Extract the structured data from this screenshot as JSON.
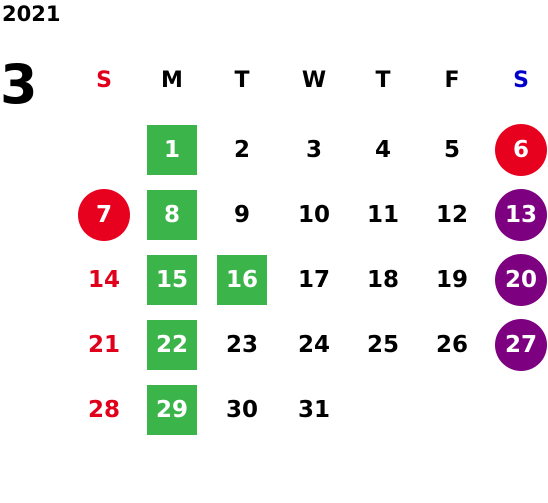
{
  "year": "2021",
  "month": "3",
  "weekdays": [
    {
      "label": "S",
      "color": "#e0001b"
    },
    {
      "label": "M",
      "color": "#000000"
    },
    {
      "label": "T",
      "color": "#000000"
    },
    {
      "label": "W",
      "color": "#000000"
    },
    {
      "label": "T",
      "color": "#000000"
    },
    {
      "label": "F",
      "color": "#000000"
    },
    {
      "label": "S",
      "color": "#0000cc"
    }
  ],
  "days": [
    {
      "day": "1",
      "col": 1,
      "week": 0,
      "style": "green"
    },
    {
      "day": "2",
      "col": 2,
      "week": 0,
      "style": "plain"
    },
    {
      "day": "3",
      "col": 3,
      "week": 0,
      "style": "plain"
    },
    {
      "day": "4",
      "col": 4,
      "week": 0,
      "style": "plain"
    },
    {
      "day": "5",
      "col": 5,
      "week": 0,
      "style": "plain"
    },
    {
      "day": "6",
      "col": 6,
      "week": 0,
      "style": "red"
    },
    {
      "day": "7",
      "col": 0,
      "week": 1,
      "style": "red"
    },
    {
      "day": "8",
      "col": 1,
      "week": 1,
      "style": "green"
    },
    {
      "day": "9",
      "col": 2,
      "week": 1,
      "style": "plain"
    },
    {
      "day": "10",
      "col": 3,
      "week": 1,
      "style": "plain"
    },
    {
      "day": "11",
      "col": 4,
      "week": 1,
      "style": "plain"
    },
    {
      "day": "12",
      "col": 5,
      "week": 1,
      "style": "plain"
    },
    {
      "day": "13",
      "col": 6,
      "week": 1,
      "style": "purple"
    },
    {
      "day": "14",
      "col": 0,
      "week": 2,
      "style": "sun"
    },
    {
      "day": "15",
      "col": 1,
      "week": 2,
      "style": "green"
    },
    {
      "day": "16",
      "col": 2,
      "week": 2,
      "style": "green"
    },
    {
      "day": "17",
      "col": 3,
      "week": 2,
      "style": "plain"
    },
    {
      "day": "18",
      "col": 4,
      "week": 2,
      "style": "plain"
    },
    {
      "day": "19",
      "col": 5,
      "week": 2,
      "style": "plain"
    },
    {
      "day": "20",
      "col": 6,
      "week": 2,
      "style": "purple"
    },
    {
      "day": "21",
      "col": 0,
      "week": 3,
      "style": "sun"
    },
    {
      "day": "22",
      "col": 1,
      "week": 3,
      "style": "green"
    },
    {
      "day": "23",
      "col": 2,
      "week": 3,
      "style": "plain"
    },
    {
      "day": "24",
      "col": 3,
      "week": 3,
      "style": "plain"
    },
    {
      "day": "25",
      "col": 4,
      "week": 3,
      "style": "plain"
    },
    {
      "day": "26",
      "col": 5,
      "week": 3,
      "style": "plain"
    },
    {
      "day": "27",
      "col": 6,
      "week": 3,
      "style": "purple"
    },
    {
      "day": "28",
      "col": 0,
      "week": 4,
      "style": "sun"
    },
    {
      "day": "29",
      "col": 1,
      "week": 4,
      "style": "green"
    },
    {
      "day": "30",
      "col": 2,
      "week": 4,
      "style": "plain"
    },
    {
      "day": "31",
      "col": 3,
      "week": 4,
      "style": "plain"
    }
  ],
  "colors": {
    "green": "#3bb54a",
    "red": "#e8001f",
    "purple": "#7d0080",
    "sunday_text": "#e0001b",
    "saturday_header": "#0000cc"
  }
}
